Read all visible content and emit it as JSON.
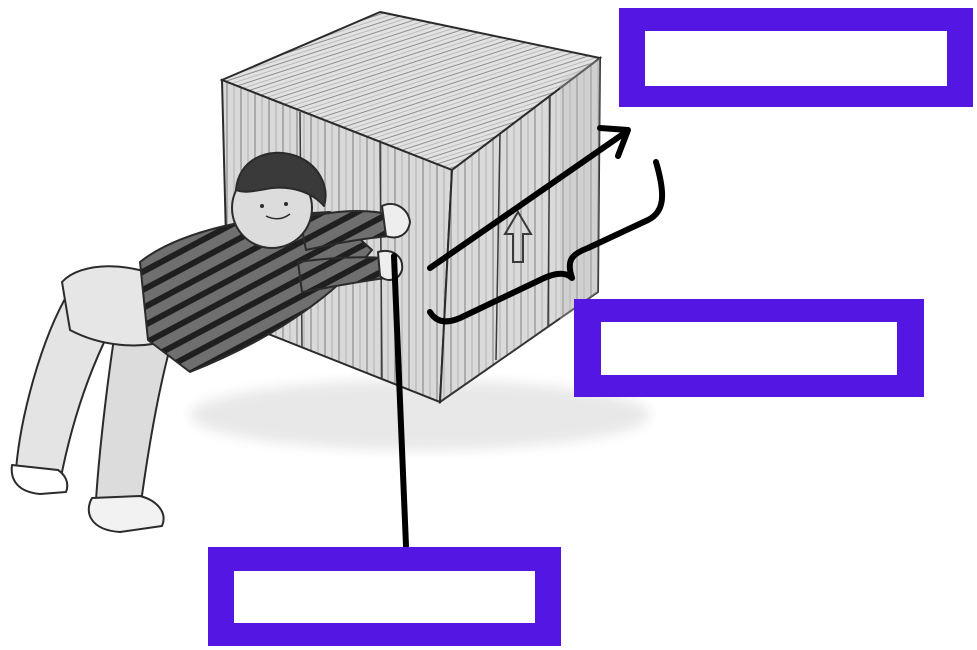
{
  "figure": {
    "illustration": "boy-pushing-crate",
    "colors": {
      "label_border": "#5416e3",
      "label_fill": "#ffffff",
      "arrow": "#000000",
      "sketch_ink": "#2b2b2b",
      "sketch_shade": "#bdbdbd"
    }
  },
  "labels": {
    "top_right": "",
    "middle_right": "",
    "bottom": ""
  },
  "annotations": [
    {
      "kind": "arrow",
      "target": "top_right"
    },
    {
      "kind": "brace",
      "target": "middle_right"
    },
    {
      "kind": "line",
      "target": "bottom"
    }
  ]
}
